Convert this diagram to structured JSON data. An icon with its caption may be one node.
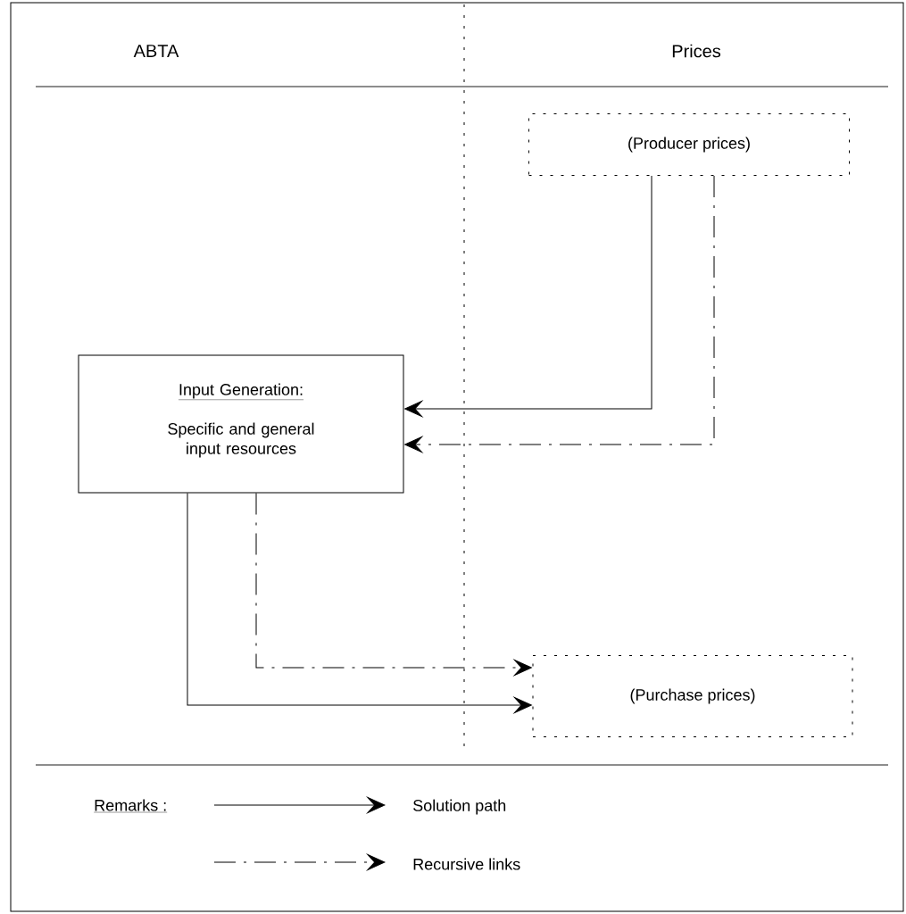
{
  "diagram": {
    "nodes": [
      {
        "text": [
          "(Producer prices)"
        ]
      },
      {
        "text": [
          "Input Generation:",
          "Specific and general input resources"
        ]
      },
      {
        "text": [
          "(Purchase prices)"
        ]
      }
    ],
    "edges": [
      {
        "from": 0,
        "to": 1,
        "arrow": "to"
      },
      {
        "from": 0,
        "to": 1,
        "arrow": "to",
        "style": "dashed"
      },
      {
        "from": 1,
        "to": 2,
        "arrow": "to",
        "style": "dashed"
      },
      {
        "from": 1,
        "to": 2,
        "arrow": "to"
      }
    ],
    "labels": [
      "ABTA",
      "Prices",
      "Remarks :"
    ],
    "legend": [
      {
        "text": "Solution path"
      },
      {
        "text": "Recursive links"
      }
    ]
  }
}
